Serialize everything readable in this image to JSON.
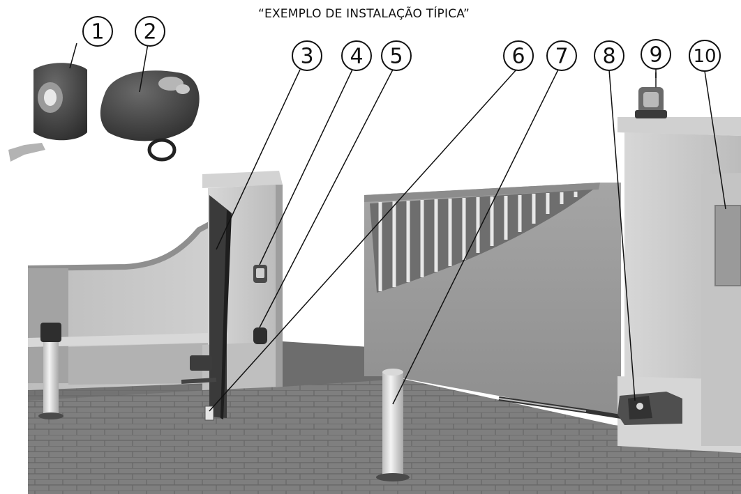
{
  "title": "“EXEMPLO DE INSTALAÇÃO TÍPICA”",
  "callouts": [
    "1",
    "2",
    "3",
    "4",
    "5",
    "6",
    "7",
    "8",
    "9",
    "10"
  ]
}
